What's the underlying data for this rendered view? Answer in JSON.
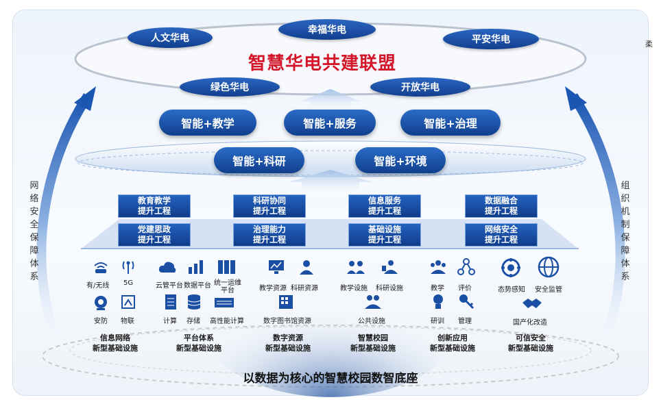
{
  "title": "智慧华电共建联盟",
  "ring_items": [
    "人文华电",
    "幸福华电",
    "平安华电",
    "绿色华电",
    "开放华电"
  ],
  "tier1": [
    "智能+教学",
    "智能+服务",
    "智能+治理"
  ],
  "tier2": [
    "智能+科研",
    "智能+环境"
  ],
  "projects_row1": [
    {
      "l1": "教育教学",
      "l2": "提升工程"
    },
    {
      "l1": "科研协同",
      "l2": "提升工程"
    },
    {
      "l1": "信息服务",
      "l2": "提升工程"
    },
    {
      "l1": "数据融合",
      "l2": "提升工程"
    }
  ],
  "projects_row2": [
    {
      "l1": "党建思政",
      "l2": "提升工程"
    },
    {
      "l1": "治理能力",
      "l2": "提升工程"
    },
    {
      "l1": "基础设施",
      "l2": "提升工程"
    },
    {
      "l1": "网络安全",
      "l2": "提升工程"
    }
  ],
  "left_side": "网络安全保障体系",
  "right_side": "组织机制保障体系",
  "side_mark": "柔",
  "icon_labels": {
    "wifi": "有/无线",
    "g5": "5G",
    "safety": "安防",
    "iot": "物联",
    "cloud": "云管平台",
    "data_platform": "数据平台",
    "ops": "统一运维平台",
    "compute": "计算",
    "storage": "存储",
    "hpc": "高性能计算",
    "teach_res": "教学资源",
    "research_res": "科研资源",
    "library": "数字图书馆资源",
    "teach_fac": "教学设施",
    "research_fac": "科研设施",
    "public_fac": "公共设施",
    "teaching": "教学",
    "eval": "评价",
    "training": "研训",
    "manage": "管理",
    "situation": "态势感知",
    "security_monitor": "安全监管",
    "localization": "国产化改造"
  },
  "ops_l1": "统一运维",
  "ops_l2": "平台",
  "categories": [
    {
      "l1": "信息网络",
      "l2": "新型基础设施"
    },
    {
      "l1": "平台体系",
      "l2": "新型基础设施"
    },
    {
      "l1": "数字资源",
      "l2": "新型基础设施"
    },
    {
      "l1": "智慧校园",
      "l2": "新型基础设施"
    },
    {
      "l1": "创新应用",
      "l2": "新型基础设施"
    },
    {
      "l1": "可信安全",
      "l2": "新型基础设施"
    }
  ],
  "bottom_title": "以数据为核心的智慧校园数智底座",
  "colors": {
    "primary": "#1a4fa3",
    "title_red": "#d4162a"
  }
}
